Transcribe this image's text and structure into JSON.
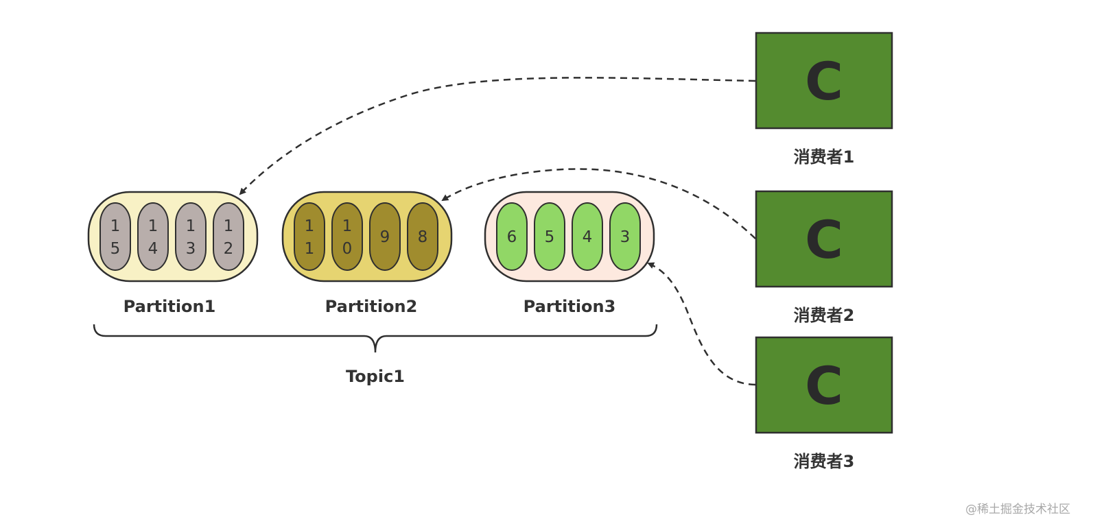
{
  "topic": {
    "label": "Topic1",
    "partitions": [
      {
        "label": "Partition1",
        "container_color": "#f8f1c5",
        "message_color": "#b8aeab",
        "messages": [
          {
            "line1": "1",
            "line2": "5"
          },
          {
            "line1": "1",
            "line2": "4"
          },
          {
            "line1": "1",
            "line2": "3"
          },
          {
            "line1": "1",
            "line2": "2"
          }
        ]
      },
      {
        "label": "Partition2",
        "container_color": "#e6d471",
        "message_color": "#a08c2e",
        "messages": [
          {
            "line1": "1",
            "line2": "1"
          },
          {
            "line1": "1",
            "line2": "0"
          },
          {
            "line1": "9",
            "line2": ""
          },
          {
            "line1": "8",
            "line2": ""
          }
        ]
      },
      {
        "label": "Partition3",
        "container_color": "#fde9df",
        "message_color": "#91d766",
        "messages": [
          {
            "line1": "6",
            "line2": ""
          },
          {
            "line1": "5",
            "line2": ""
          },
          {
            "line1": "4",
            "line2": ""
          },
          {
            "line1": "3",
            "line2": ""
          }
        ]
      }
    ]
  },
  "consumers": [
    {
      "letter": "C",
      "label": "消费者1",
      "reads_from": "Partition1"
    },
    {
      "letter": "C",
      "label": "消费者2",
      "reads_from": "Partition2"
    },
    {
      "letter": "C",
      "label": "消费者3",
      "reads_from": "Partition3"
    }
  ],
  "colors": {
    "consumer_fill": "#548b2f",
    "stroke": "#2f2f2f",
    "text": "#333333"
  },
  "watermark": "@稀土掘金技术社区"
}
